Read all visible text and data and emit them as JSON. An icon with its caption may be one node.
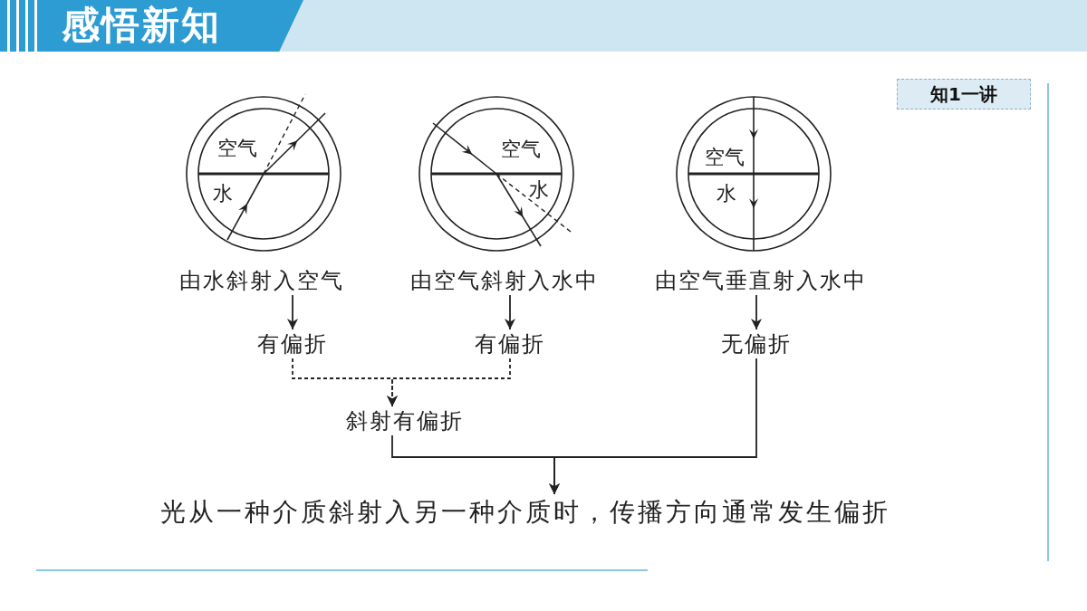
{
  "diagram": {
    "title": "感悟新知",
    "nodes": [
      {
        "text": [
          "空气",
          "水"
        ]
      },
      {
        "text": [
          "空气",
          "水"
        ]
      },
      {
        "text": [
          "空气",
          "水"
        ]
      },
      {
        "text": [
          "由水斜射入空气"
        ]
      },
      {
        "text": [
          "由空气斜射入水中"
        ]
      },
      {
        "text": [
          "由空气垂直射入水中"
        ]
      },
      {
        "text": [
          "有偏折"
        ]
      },
      {
        "text": [
          "有偏折"
        ]
      },
      {
        "text": [
          "无偏折"
        ]
      },
      {
        "text": [
          "斜射有偏折"
        ]
      },
      {
        "text": [
          "光从一种介质斜射入另一种介质时，传播方向通常发生偏折"
        ]
      }
    ],
    "edges": [
      {
        "from": 3,
        "to": 6,
        "arrow": "to"
      },
      {
        "from": 4,
        "to": 7,
        "arrow": "to"
      },
      {
        "from": 5,
        "to": 8,
        "arrow": "to"
      },
      {
        "from": 6,
        "to": 9,
        "arrow": "to",
        "style": "dashed"
      },
      {
        "from": 7,
        "to": 9,
        "arrow": "to",
        "style": "dashed"
      },
      {
        "from": 9,
        "to": 10,
        "arrow": "to"
      },
      {
        "from": 8,
        "to": 10,
        "arrow": "to"
      }
    ],
    "labels": [
      "知1一讲"
    ]
  }
}
